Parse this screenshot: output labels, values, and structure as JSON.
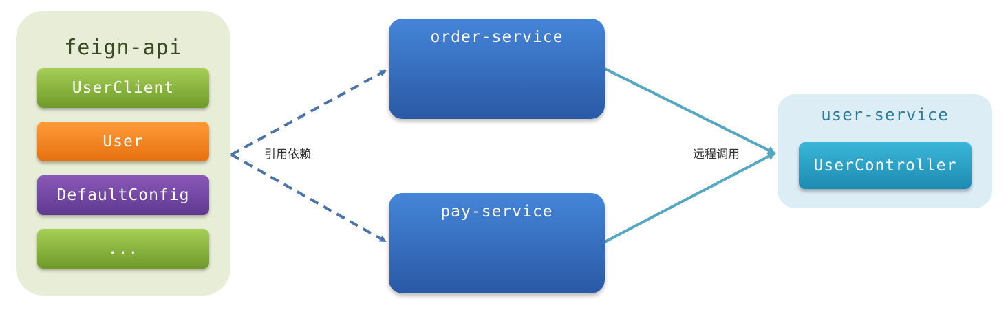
{
  "feign_api": {
    "title": "feign-api",
    "items": [
      {
        "label": "UserClient",
        "color": "#8bb83f"
      },
      {
        "label": "User",
        "color": "#f7861f"
      },
      {
        "label": "DefaultConfig",
        "color": "#7447a6"
      },
      {
        "label": "...",
        "color": "#8bb83f"
      }
    ]
  },
  "services": {
    "order": {
      "title": "order-service"
    },
    "pay": {
      "title": "pay-service"
    }
  },
  "user_service": {
    "title": "user-service",
    "controller": "UserController"
  },
  "edges": {
    "dependency_label": "引用依赖",
    "remote_call_label": "远程调用"
  },
  "colors": {
    "dependency_arrow": "#4d74a8",
    "remote_call_arrow": "#56a8c2",
    "service_blue": "#3a6fc0",
    "feign_bg": "#e8edd8",
    "user_service_bg": "#dcedf6"
  }
}
